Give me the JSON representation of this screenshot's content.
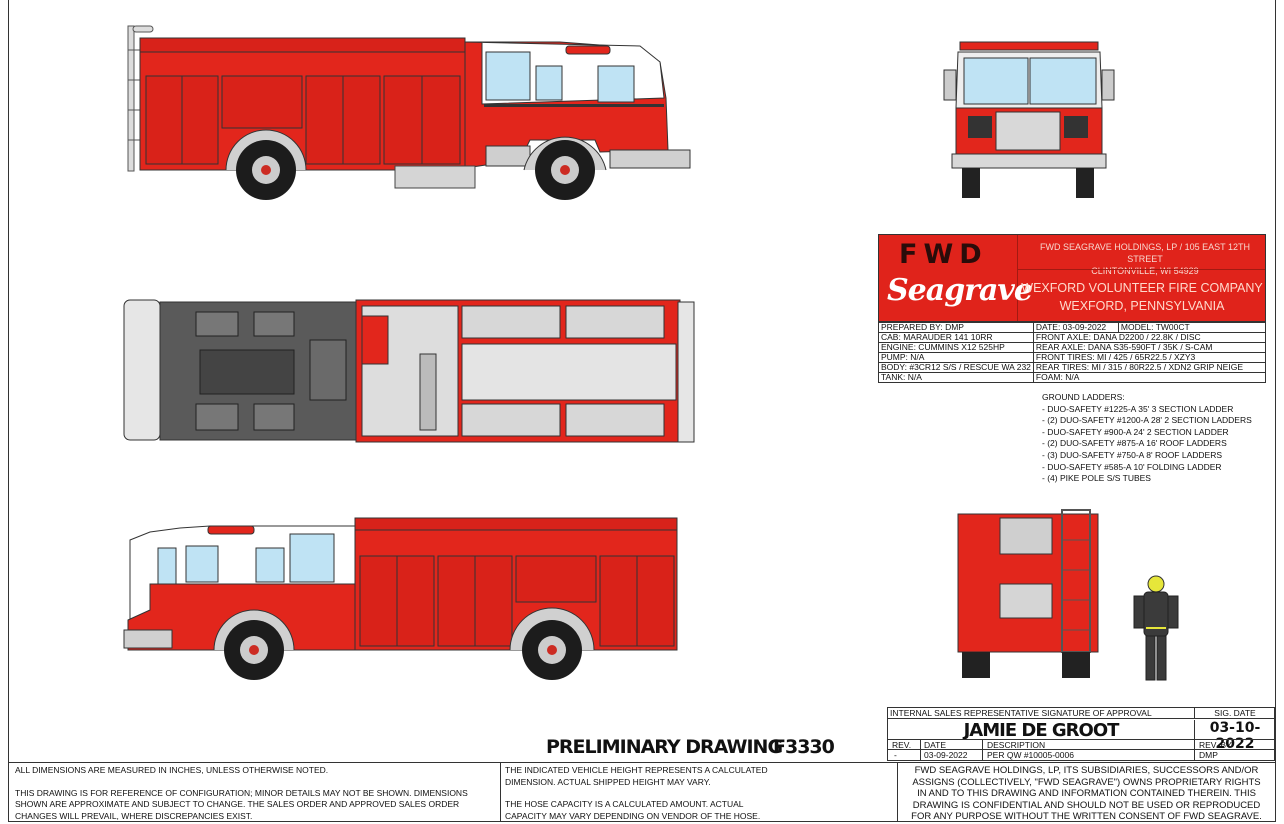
{
  "brand": {
    "logo_top": "FWD",
    "logo_bottom": "Seagrave",
    "address_line1": "FWD SEAGRAVE HOLDINGS, LP / 105 EAST 12TH STREET",
    "address_line2": "CLINTONVILLE, WI 54929",
    "customer_line1": "WEXFORD VOLUNTEER FIRE COMPANY",
    "customer_line2": "WEXFORD, PENNSYLVANIA",
    "color_red": "#e0231b"
  },
  "spec": {
    "prepared_by": "PREPARED BY: DMP",
    "date": "DATE: 03-09-2022",
    "model": "MODEL: TW00CT",
    "rows": [
      {
        "left": "CAB: MARAUDER 141 10RR",
        "right": "FRONT AXLE: DANA D2200 / 22.8K / DISC"
      },
      {
        "left": "ENGINE: CUMMINS X12 525HP",
        "right": "REAR AXLE: DANA S35-590FT / 35K / S-CAM"
      },
      {
        "left": "PUMP: N/A",
        "right": "FRONT TIRES: MI / 425 / 65R22.5 / XZY3"
      },
      {
        "left": "BODY: #3CR12 S/S / RESCUE WA 232",
        "right": "REAR TIRES: MI / 315 / 80R22.5 / XDN2 GRIP NEIGE"
      },
      {
        "left": "TANK: N/A",
        "right": "FOAM: N/A"
      }
    ]
  },
  "ground_ladders": {
    "heading": "GROUND LADDERS:",
    "items": [
      "- DUO-SAFETY #1225-A 35' 3 SECTION LADDER",
      "- (2) DUO-SAFETY #1200-A 28' 2 SECTION LADDERS",
      "- DUO-SAFETY #900-A 24' 2 SECTION LADDER",
      "- (2) DUO-SAFETY #875-A 16' ROOF LADDERS",
      "- (3) DUO-SAFETY #750-A 8' ROOF LADDERS",
      "- DUO-SAFETY #585-A 10' FOLDING LADDER",
      "- (4) PIKE POLE S/S TUBES"
    ]
  },
  "signature": {
    "label": "INTERNAL SALES REPRESENTATIVE SIGNATURE OF APPROVAL",
    "sig_date_label": "SIG. DATE",
    "name": "JAMIE DE GROOT",
    "sig_date": "03-10-2022",
    "rev_label": "REV.",
    "date_label": "DATE",
    "description_label": "DESCRIPTION",
    "rev_by_label": "REV. BY",
    "rev": "-",
    "rev_date": "03-09-2022",
    "description": "PER QW #10005-0006",
    "rev_by": "DMP"
  },
  "drawing": {
    "status": "PRELIMINARY DRAWING",
    "number": "F3330"
  },
  "footer": {
    "left_1": "ALL DIMENSIONS ARE MEASURED IN INCHES, UNLESS OTHERWISE NOTED.",
    "left_2": "THIS DRAWING IS FOR REFERENCE OF CONFIGURATION; MINOR DETAILS MAY NOT BE SHOWN.  DIMENSIONS",
    "left_3": "SHOWN ARE APPROXIMATE AND SUBJECT TO CHANGE. THE SALES ORDER AND APPROVED SALES ORDER",
    "left_4": "CHANGES WILL PREVAIL, WHERE DISCREPANCIES EXIST.",
    "mid_1": "THE INDICATED VEHICLE HEIGHT REPRESENTS A CALCULATED",
    "mid_2": "DIMENSION.  ACTUAL SHIPPED HEIGHT MAY VARY.",
    "mid_3": "THE HOSE CAPACITY IS A CALCULATED AMOUNT.  ACTUAL",
    "mid_4": "CAPACITY MAY VARY DEPENDING ON  VENDOR OF THE HOSE.",
    "right_1": "FWD SEAGRAVE HOLDINGS, LP, ITS SUBSIDIARIES, SUCCESSORS AND/OR",
    "right_2": "ASSIGNS (COLLECTIVELY, \"FWD SEAGRAVE\") OWNS PROPRIETARY RIGHTS",
    "right_3": "IN AND TO THIS DRAWING AND INFORMATION CONTAINED THEREIN. THIS",
    "right_4": "DRAWING IS CONFIDENTIAL AND SHOULD NOT BE USED OR REPRODUCED",
    "right_5": "FOR ANY PURPOSE WITHOUT THE WRITTEN CONSENT OF  FWD SEAGRAVE."
  }
}
